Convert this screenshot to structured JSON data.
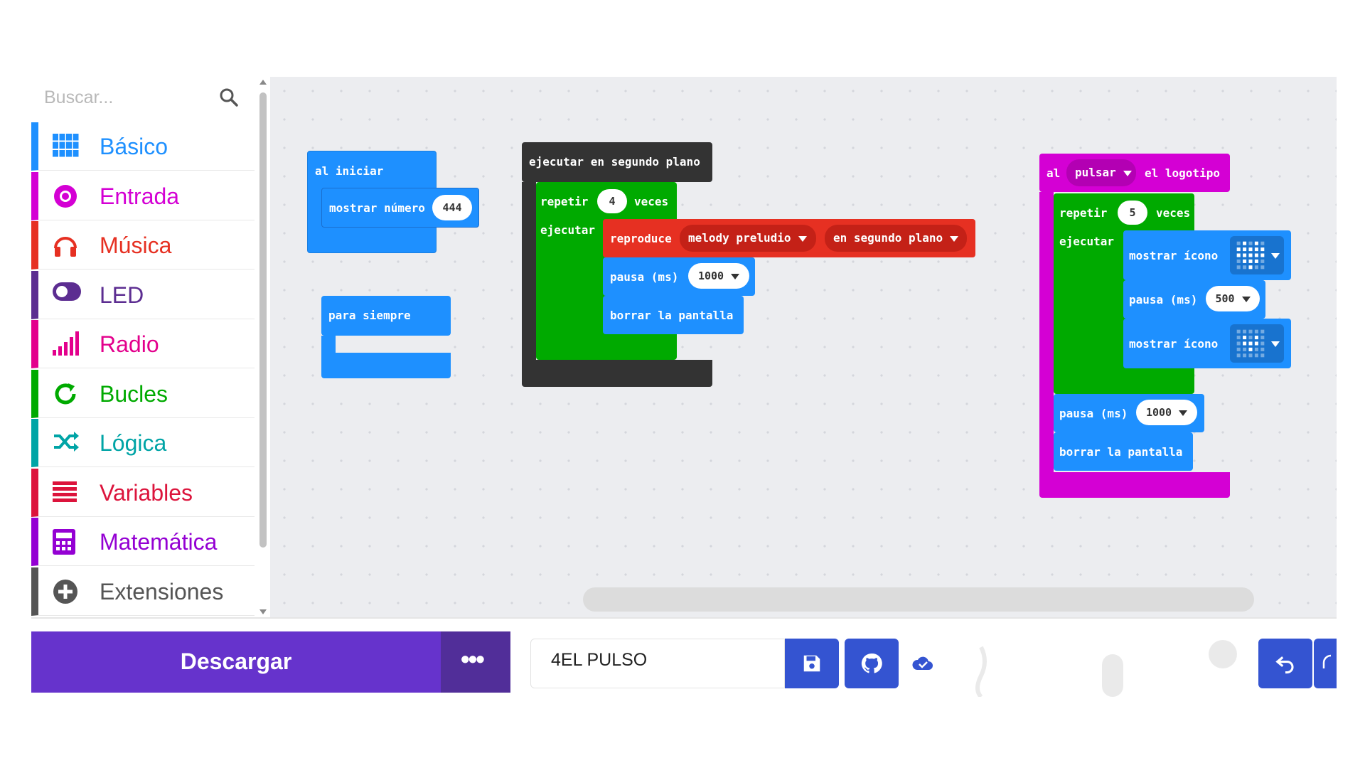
{
  "search": {
    "placeholder": "Buscar..."
  },
  "categories": [
    {
      "label": "Básico",
      "color": "#1e90ff",
      "icon": "grid-icon"
    },
    {
      "label": "Entrada",
      "color": "#d400d4",
      "icon": "target-icon"
    },
    {
      "label": "Música",
      "color": "#e63022",
      "icon": "headphones-icon"
    },
    {
      "label": "LED",
      "color": "#5c2d91",
      "icon": "toggle-icon"
    },
    {
      "label": "Radio",
      "color": "#e3008c",
      "icon": "signal-bars-icon"
    },
    {
      "label": "Bucles",
      "color": "#00aa00",
      "icon": "refresh-icon"
    },
    {
      "label": "Lógica",
      "color": "#00a4a6",
      "icon": "shuffle-icon"
    },
    {
      "label": "Variables",
      "color": "#dc143c",
      "icon": "lines-icon"
    },
    {
      "label": "Matemática",
      "color": "#9400d3",
      "icon": "calculator-icon"
    },
    {
      "label": "Extensiones",
      "color": "#555555",
      "icon": "plus-circle-icon"
    }
  ],
  "blocks": {
    "on_start": {
      "label": "al iniciar",
      "show_number": "mostrar número",
      "number": "444"
    },
    "forever": {
      "label": "para siempre"
    },
    "background": {
      "label": "ejecutar en segundo plano",
      "repeat": "repetir",
      "times_value": "4",
      "times": "veces",
      "do": "ejecutar",
      "play": "reproduce",
      "melody": "melody preludio",
      "mode": "en segundo plano",
      "pause": "pausa (ms)",
      "pause_value": "1000",
      "clear": "borrar la pantalla"
    },
    "logo": {
      "al": "al",
      "event": "pulsar",
      "target": "el logotipo",
      "repeat": "repetir",
      "times_value": "5",
      "times": "veces",
      "do": "ejecutar",
      "show_icon": "mostrar ícono",
      "pause": "pausa (ms)",
      "pause_inner_value": "500",
      "pause_value": "1000",
      "clear": "borrar la pantalla"
    }
  },
  "colors": {
    "basic": "#1e90ff",
    "loops": "#00aa00",
    "music": "#e63022",
    "input": "#d400d4",
    "control": "#333333"
  },
  "bottombar": {
    "download": "Descargar",
    "more": "•••",
    "project_name": "4EL PULSO"
  }
}
